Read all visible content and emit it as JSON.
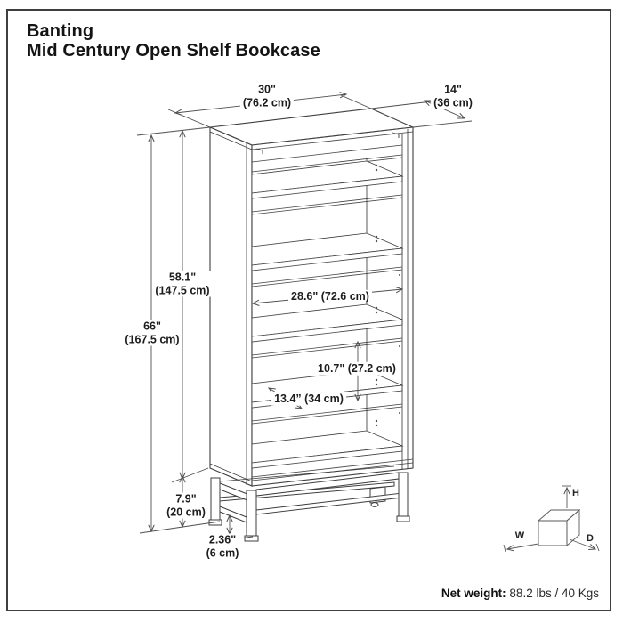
{
  "page": {
    "background": "#ffffff",
    "border_color": "#3f3f3f"
  },
  "title": {
    "line1": "Banting",
    "line2": "Mid Century Open Shelf Bookcase"
  },
  "dimensions": {
    "width": {
      "inches": "30\"",
      "metric": "(76.2 cm)"
    },
    "depth": {
      "inches": "14\"",
      "metric": "(36 cm)"
    },
    "cabinet_height": {
      "inches": "58.1\"",
      "metric": "(147.5 cm)"
    },
    "total_height": {
      "inches": "66\"",
      "metric": "(167.5 cm)"
    },
    "interior_width": {
      "label": "28.6\" (72.6 cm)"
    },
    "shelf_spacing": {
      "label": "10.7\" (27.2 cm)"
    },
    "shelf_depth": {
      "label": "13.4” (34 cm)"
    },
    "base_height": {
      "inches": "7.9\"",
      "metric": "(20 cm)"
    },
    "leg_size": {
      "inches": "2.36\"",
      "metric": "(6 cm)"
    }
  },
  "axis_cube": {
    "height_label": "H",
    "width_label": "W",
    "depth_label": "D"
  },
  "footer": {
    "net_weight_label": "Net weight:",
    "net_weight_value": " 88.2 lbs / 40 Kgs"
  },
  "colors": {
    "drawing_line": "#3e3e3e",
    "dimension_line": "#4f4f4f",
    "text": "#1d1d1d"
  }
}
